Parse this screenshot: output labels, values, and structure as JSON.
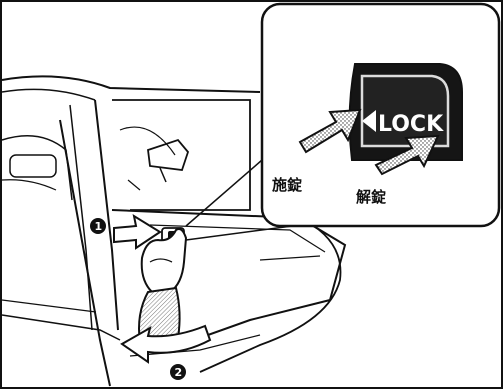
{
  "inset": {
    "button_label": "LOCK",
    "lock_label": "施錠",
    "unlock_label": "解錠"
  },
  "steps": {
    "step1": "1",
    "step2": "2"
  },
  "icons": {
    "lock_button": "lock-button-icon",
    "push_arrow": "push-arrow-icon",
    "swing_arrow": "door-open-arrow-icon",
    "hand": "hand-icon"
  }
}
